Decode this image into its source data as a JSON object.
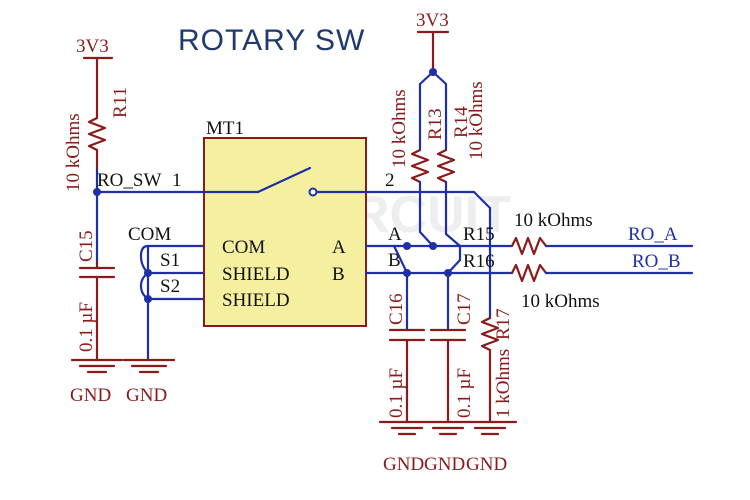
{
  "title": "ROTARY SW",
  "watermark": "CIRCUIT",
  "colors": {
    "wire": "#1e2fa8",
    "component": "#8b1a1a",
    "text": "#111111",
    "title": "#1f3a6e",
    "ic_fill": "#f5f0a0"
  },
  "power": {
    "vcc_left": "3V3",
    "vcc_top": "3V3"
  },
  "ground": {
    "gnd1": "GND",
    "gnd2": "GND",
    "gnd3": "GND",
    "gnd4": "GND",
    "gnd5": "GND"
  },
  "ic": {
    "ref": "MT1",
    "pin_com": "COM",
    "pin_shield1": "SHIELD",
    "pin_shield2": "SHIELD",
    "pin_a": "A",
    "pin_b": "B"
  },
  "pins": {
    "p1": "1",
    "p2": "2",
    "com": "COM",
    "s1": "S1",
    "s2": "S2",
    "a": "A",
    "b": "B"
  },
  "nets": {
    "ro_sw": "RO_SW",
    "ro_a": "RO_A",
    "ro_b": "RO_B"
  },
  "resistors": {
    "r11": {
      "ref": "R11",
      "value": "10 kOhms"
    },
    "r13": {
      "ref": "R13",
      "value": "10 kOhms"
    },
    "r14": {
      "ref": "R14",
      "value": "10 kOhms"
    },
    "r15": {
      "ref": "R15",
      "value": "10 kOhms"
    },
    "r16": {
      "ref": "R16",
      "value": "10 kOhms"
    },
    "r17": {
      "ref": "R17",
      "value": "1 kOhms"
    }
  },
  "capacitors": {
    "c15": {
      "ref": "C15",
      "value": "0.1 µF"
    },
    "c16": {
      "ref": "C16",
      "value": "0.1 µF"
    },
    "c17": {
      "ref": "C17",
      "value": "0.1 µF"
    }
  }
}
